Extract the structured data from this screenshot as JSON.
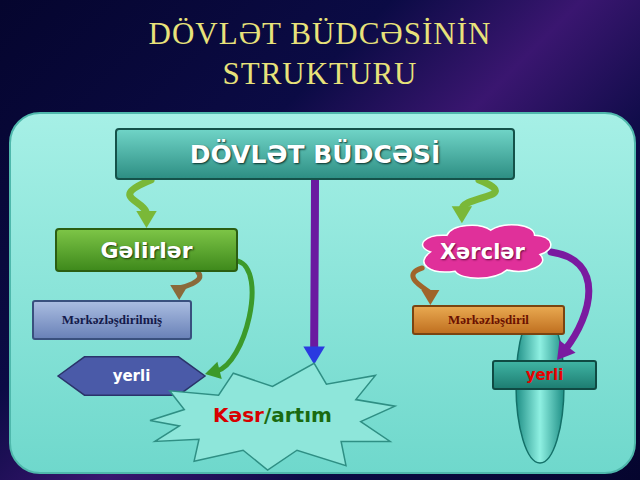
{
  "diagram": {
    "title": "DÖVLƏT BÜDCƏSİNİN STRUKTURU",
    "nodes": [
      {
        "text": [
          "DÖVLƏT BÜDCƏSİ"
        ]
      },
      {
        "text": [
          "Gəlirlər"
        ]
      },
      {
        "text": [
          "Xərclər"
        ]
      },
      {
        "text": [
          "Mərkəzləşdirilmiş"
        ]
      },
      {
        "text": [
          "Mərkəzləşdiril"
        ]
      },
      {
        "text": [
          "yerli"
        ]
      },
      {
        "text": [
          "yerli"
        ]
      },
      {
        "text": [
          "Kəsr",
          "/artım"
        ]
      }
    ],
    "edges": [
      {
        "from": 0,
        "to": 1,
        "arrow": "to"
      },
      {
        "from": 0,
        "to": 2,
        "arrow": "to"
      },
      {
        "from": 0,
        "to": 7,
        "arrow": "to"
      },
      {
        "from": 1,
        "to": 3,
        "arrow": "to"
      },
      {
        "from": 1,
        "to": 5,
        "arrow": "to"
      },
      {
        "from": 2,
        "to": 4,
        "arrow": "to"
      },
      {
        "from": 2,
        "to": 6,
        "arrow": "to"
      }
    ]
  }
}
